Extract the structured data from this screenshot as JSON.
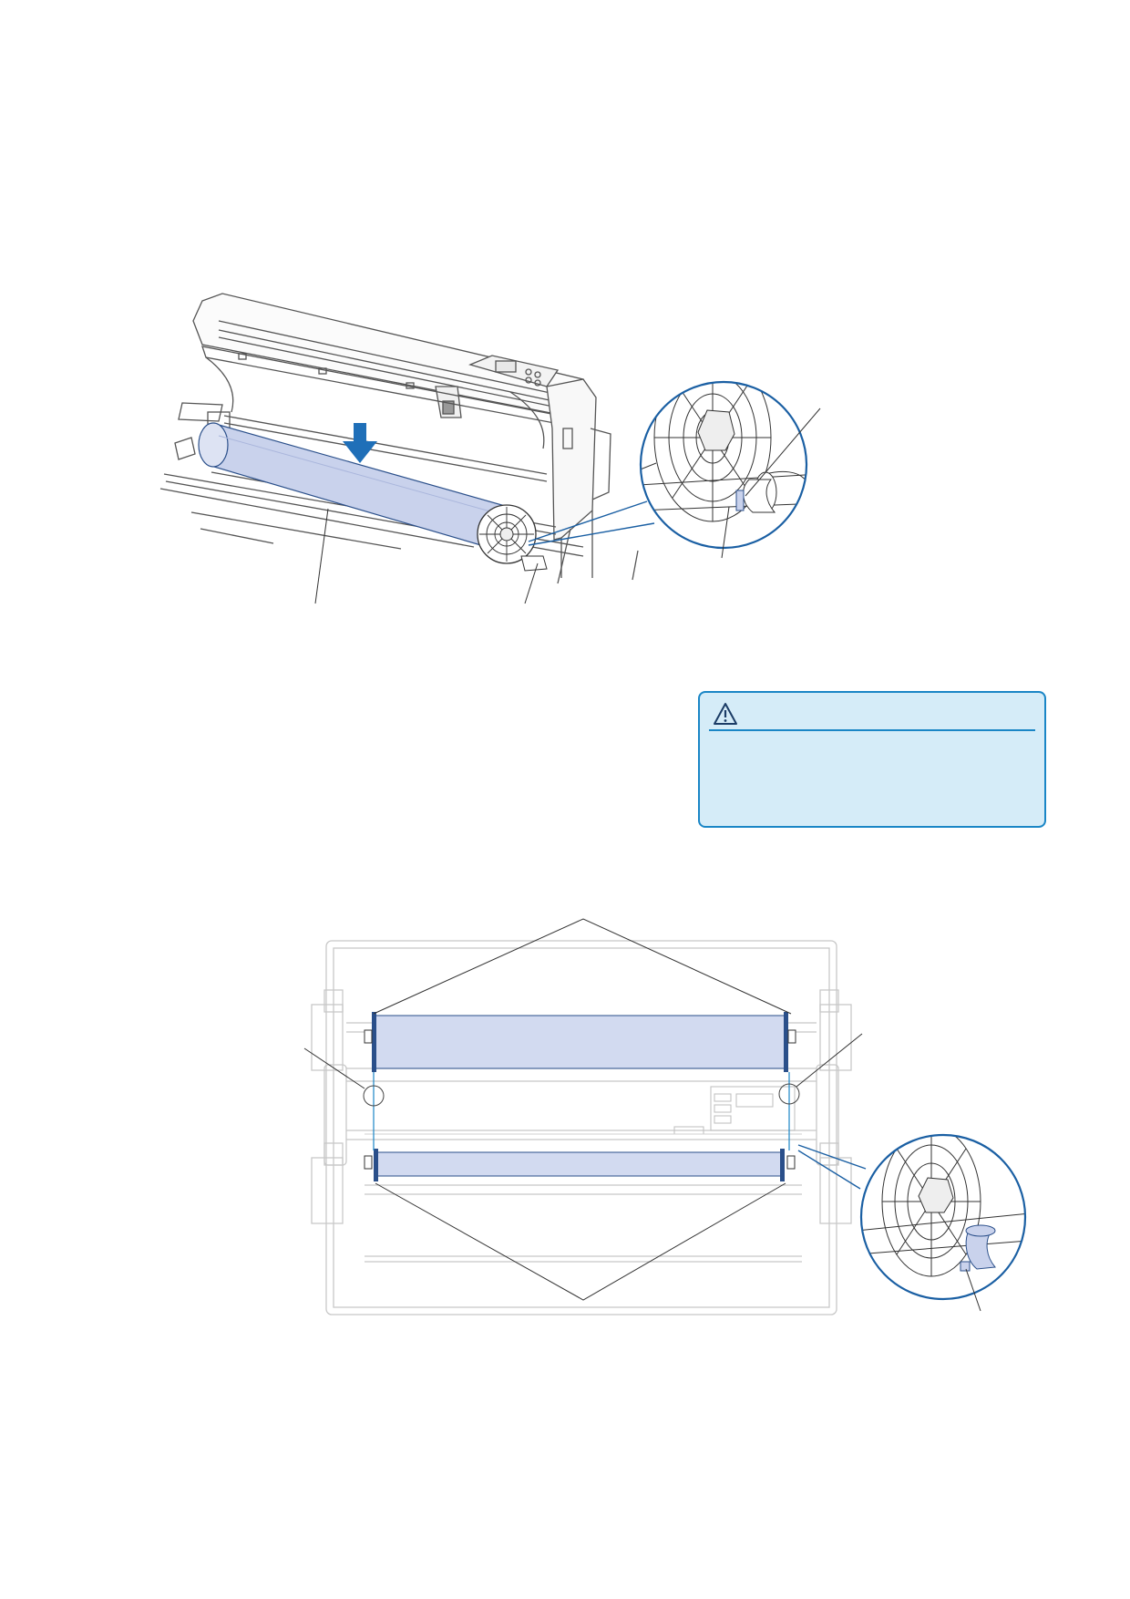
{
  "colors": {
    "line_art": "#555555",
    "roll_fill": "#c9d2ec",
    "roll_stroke": "#2a4f8a",
    "arrow": "#1f6fb8",
    "zoom_circle": "#1a5fa3",
    "caution_bg": "#d5ecf8",
    "caution_border": "#1a86c6",
    "leader_line": "#333333"
  },
  "caution_box": {
    "icon": "warning-triangle-icon"
  },
  "figures": [
    {
      "name": "roll-loading-perspective-illustration",
      "detail": "flange-stopper-zoom-inset"
    },
    {
      "name": "roll-positions-top-view-illustration",
      "detail": "flange-stopper-zoom-inset"
    }
  ]
}
